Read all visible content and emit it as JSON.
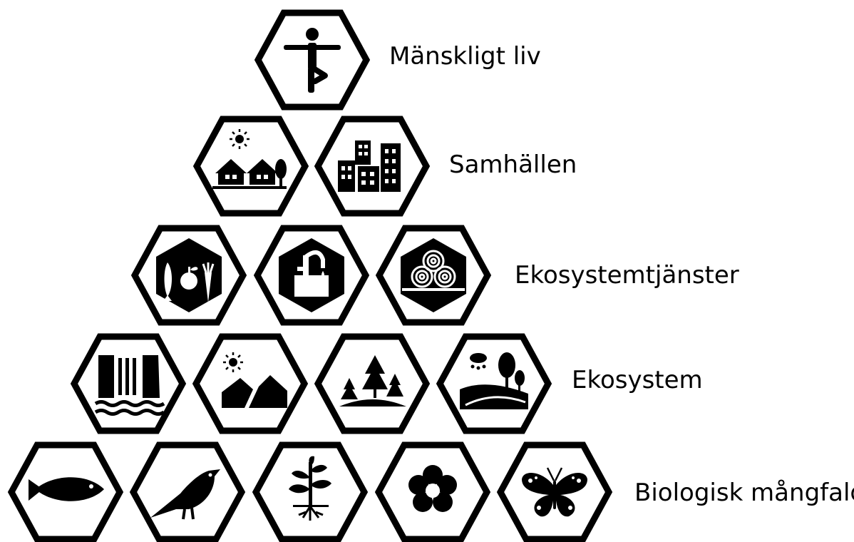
{
  "colors": {
    "ink": "#000000",
    "paper": "#ffffff"
  },
  "rows": [
    {
      "label": "Mänskligt liv",
      "icons": [
        "person-yoga-icon"
      ]
    },
    {
      "label": "Samhällen",
      "icons": [
        "village-houses-icon",
        "city-buildings-icon"
      ]
    },
    {
      "label": "Ekosystemtjänster",
      "icons": [
        "food-fish-apple-carrot-icon",
        "water-faucet-icon",
        "timber-logs-icon"
      ]
    },
    {
      "label": "Ekosystem",
      "icons": [
        "waterfall-icon",
        "mountains-sun-icon",
        "forest-trees-icon",
        "rain-hills-trees-icon"
      ]
    },
    {
      "label": "Biologisk mångfald",
      "icons": [
        "fish-icon",
        "bird-icon",
        "plant-roots-icon",
        "flower-icon",
        "butterfly-icon"
      ]
    }
  ]
}
